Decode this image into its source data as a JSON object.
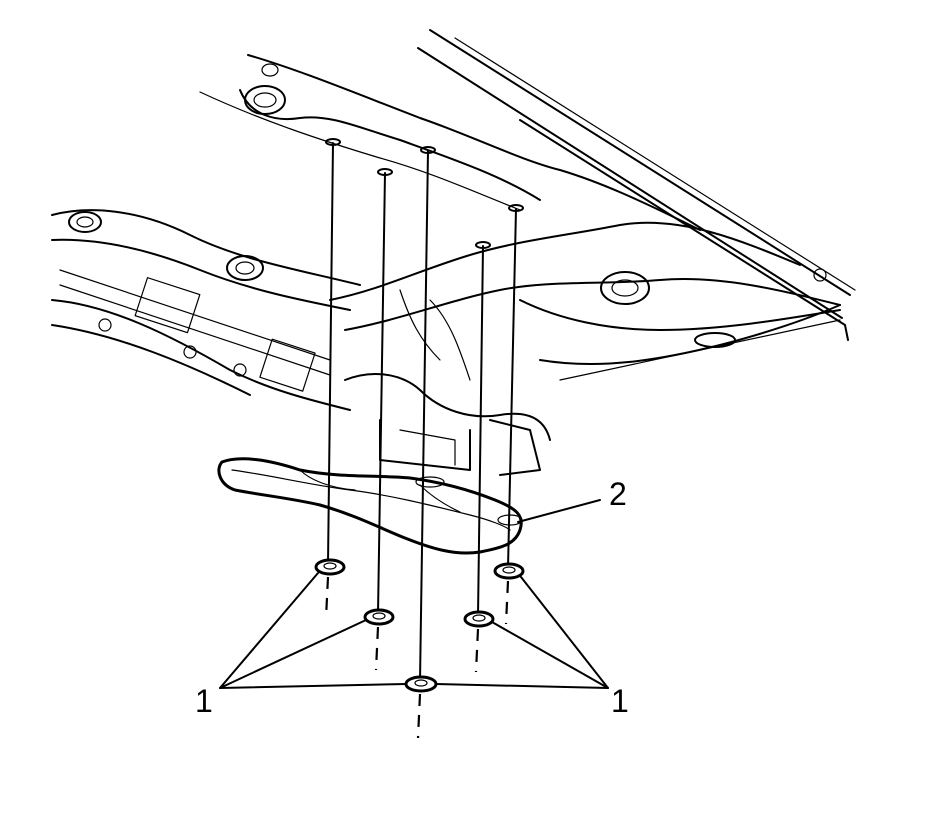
{
  "callouts": {
    "nut_left": "1",
    "nut_right": "1",
    "heat_shield": "2"
  }
}
